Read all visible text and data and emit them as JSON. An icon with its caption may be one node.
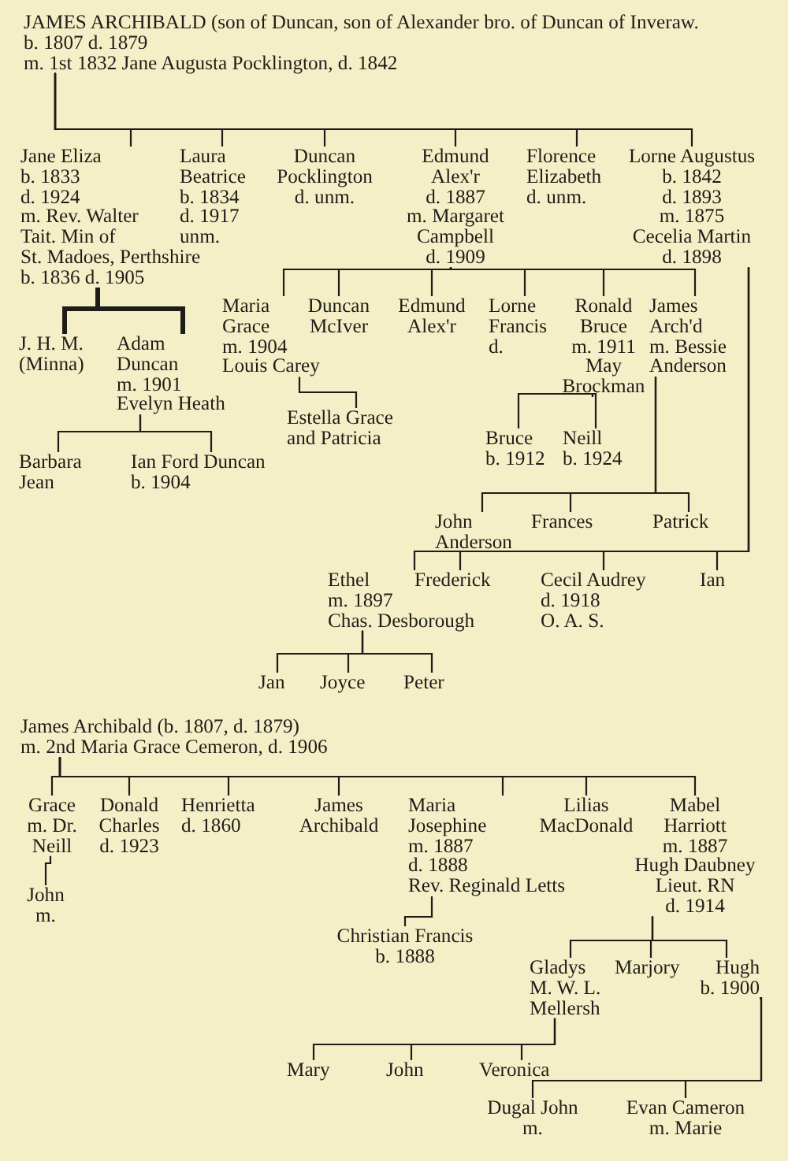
{
  "diagram": {
    "nodes": [
      {
        "text": [
          "JAMES ARCHIBALD (son of Duncan, son of Alexander bro. of Duncan of Inveraw.",
          "b. 1807 d. 1879",
          "m. 1st 1832 Jane Augusta Pocklington, d. 1842"
        ]
      },
      {
        "text": [
          "Jane Eliza",
          "b. 1833",
          "d. 1924",
          "m. Rev. Walter",
          "Tait. Min of",
          "St. Madoes, Perthshire",
          "b. 1836 d. 1905"
        ]
      },
      {
        "text": [
          "Laura Beatrice",
          "b. 1834",
          "d. 1917",
          "unm."
        ]
      },
      {
        "text": [
          "Duncan Pocklington",
          "d. unm."
        ]
      },
      {
        "text": [
          "Edmund Alex'r",
          "d. 1887",
          "m. Margaret Campbell",
          "d. 1909"
        ]
      },
      {
        "text": [
          "Florence Elizabeth",
          "d. unm."
        ]
      },
      {
        "text": [
          "Lorne Augustus",
          "b. 1842",
          "d. 1893",
          "m. 1875",
          "Cecelia Martin",
          "d. 1898"
        ]
      },
      {
        "text": [
          "J. H. M. (Minna)"
        ]
      },
      {
        "text": [
          "Adam Duncan",
          "m. 1901",
          "Evelyn Heath"
        ]
      },
      {
        "text": [
          "Maria Grace",
          "m. 1904",
          "Louis Carey"
        ]
      },
      {
        "text": [
          "Duncan McIver"
        ]
      },
      {
        "text": [
          "Edmund Alex'r"
        ]
      },
      {
        "text": [
          "Lorne Francis",
          "d."
        ]
      },
      {
        "text": [
          "Ronald Bruce",
          "m. 1911",
          "May Brockman"
        ]
      },
      {
        "text": [
          "James Arch'd",
          "m. Bessie Anderson"
        ]
      },
      {
        "text": [
          "Barbara Jean"
        ]
      },
      {
        "text": [
          "Ian Ford Duncan",
          "b. 1904"
        ]
      },
      {
        "text": [
          "Estella Grace and Patricia"
        ]
      },
      {
        "text": [
          "Bruce",
          "b. 1912"
        ]
      },
      {
        "text": [
          "Neill",
          "b. 1924"
        ]
      },
      {
        "text": [
          "John Anderson"
        ]
      },
      {
        "text": [
          "Frances"
        ]
      },
      {
        "text": [
          "Patrick"
        ]
      },
      {
        "text": [
          "Ethel",
          "m. 1897",
          "Chas. Desborough"
        ]
      },
      {
        "text": [
          "Frederick"
        ]
      },
      {
        "text": [
          "Cecil Audrey",
          "d. 1918",
          "O. A. S."
        ]
      },
      {
        "text": [
          "Ian"
        ]
      },
      {
        "text": [
          "Jan"
        ]
      },
      {
        "text": [
          "Joyce"
        ]
      },
      {
        "text": [
          "Peter"
        ]
      },
      {
        "text": [
          "James Archibald (b. 1807, d. 1879)",
          "m. 2nd Maria Grace Cemeron, d. 1906"
        ]
      },
      {
        "text": [
          "Grace",
          "m. Dr. Neill"
        ]
      },
      {
        "text": [
          "Donald Charles",
          "d. 1923"
        ]
      },
      {
        "text": [
          "Henrietta",
          "d. 1860"
        ]
      },
      {
        "text": [
          "James Archibald"
        ]
      },
      {
        "text": [
          "Maria Josephine",
          "m. 1887",
          "d. 1888",
          "Rev. Reginald Letts"
        ]
      },
      {
        "text": [
          "Lilias MacDonald"
        ]
      },
      {
        "text": [
          "Mabel Harriott",
          "m. 1887",
          "Hugh Daubney",
          "Lieut. RN",
          "d. 1914"
        ]
      },
      {
        "text": [
          "John",
          "m."
        ]
      },
      {
        "text": [
          "Christian Francis",
          "b. 1888"
        ]
      },
      {
        "text": [
          "Gladys",
          "M. W. L.",
          "Mellersh"
        ]
      },
      {
        "text": [
          "Marjory"
        ]
      },
      {
        "text": [
          "Hugh",
          "b. 1900"
        ]
      },
      {
        "text": [
          "Mary"
        ]
      },
      {
        "text": [
          "John"
        ]
      },
      {
        "text": [
          "Veronica"
        ]
      },
      {
        "text": [
          "Dugal John",
          "m."
        ]
      },
      {
        "text": [
          "Evan Cameron",
          "m. Marie"
        ]
      }
    ],
    "edges": [
      {
        "from": 0,
        "to": 1,
        "arrow": "none"
      },
      {
        "from": 0,
        "to": 2,
        "arrow": "none"
      },
      {
        "from": 0,
        "to": 3,
        "arrow": "none"
      },
      {
        "from": 0,
        "to": 4,
        "arrow": "none"
      },
      {
        "from": 0,
        "to": 5,
        "arrow": "none"
      },
      {
        "from": 0,
        "to": 6,
        "arrow": "none"
      },
      {
        "from": 1,
        "to": 7,
        "arrow": "none",
        "style": "thick"
      },
      {
        "from": 1,
        "to": 8,
        "arrow": "none",
        "style": "thick"
      },
      {
        "from": 4,
        "to": 9,
        "arrow": "none"
      },
      {
        "from": 4,
        "to": 10,
        "arrow": "none"
      },
      {
        "from": 4,
        "to": 11,
        "arrow": "none"
      },
      {
        "from": 4,
        "to": 12,
        "arrow": "none"
      },
      {
        "from": 4,
        "to": 13,
        "arrow": "none"
      },
      {
        "from": 4,
        "to": 14,
        "arrow": "none"
      },
      {
        "from": 8,
        "to": 15,
        "arrow": "none"
      },
      {
        "from": 8,
        "to": 16,
        "arrow": "none"
      },
      {
        "from": 9,
        "to": 17,
        "arrow": "none"
      },
      {
        "from": 13,
        "to": 18,
        "arrow": "none"
      },
      {
        "from": 13,
        "to": 19,
        "arrow": "none"
      },
      {
        "from": 14,
        "to": 20,
        "arrow": "none"
      },
      {
        "from": 14,
        "to": 21,
        "arrow": "none"
      },
      {
        "from": 14,
        "to": 22,
        "arrow": "none"
      },
      {
        "from": 6,
        "to": 23,
        "arrow": "none"
      },
      {
        "from": 6,
        "to": 24,
        "arrow": "none"
      },
      {
        "from": 6,
        "to": 25,
        "arrow": "none"
      },
      {
        "from": 6,
        "to": 26,
        "arrow": "none"
      },
      {
        "from": 23,
        "to": 27,
        "arrow": "none"
      },
      {
        "from": 23,
        "to": 28,
        "arrow": "none"
      },
      {
        "from": 23,
        "to": 29,
        "arrow": "none"
      },
      {
        "from": 30,
        "to": 31,
        "arrow": "none"
      },
      {
        "from": 30,
        "to": 32,
        "arrow": "none"
      },
      {
        "from": 30,
        "to": 33,
        "arrow": "none"
      },
      {
        "from": 30,
        "to": 34,
        "arrow": "none"
      },
      {
        "from": 30,
        "to": 35,
        "arrow": "none"
      },
      {
        "from": 30,
        "to": 36,
        "arrow": "none"
      },
      {
        "from": 30,
        "to": 37,
        "arrow": "none"
      },
      {
        "from": 31,
        "to": 38,
        "arrow": "none"
      },
      {
        "from": 35,
        "to": 39,
        "arrow": "none"
      },
      {
        "from": 37,
        "to": 40,
        "arrow": "none"
      },
      {
        "from": 37,
        "to": 41,
        "arrow": "none"
      },
      {
        "from": 37,
        "to": 42,
        "arrow": "none"
      },
      {
        "from": 40,
        "to": 43,
        "arrow": "none"
      },
      {
        "from": 40,
        "to": 44,
        "arrow": "none"
      },
      {
        "from": 40,
        "to": 45,
        "arrow": "none"
      },
      {
        "from": 42,
        "to": 46,
        "arrow": "none"
      },
      {
        "from": 42,
        "to": 47,
        "arrow": "none"
      }
    ]
  }
}
